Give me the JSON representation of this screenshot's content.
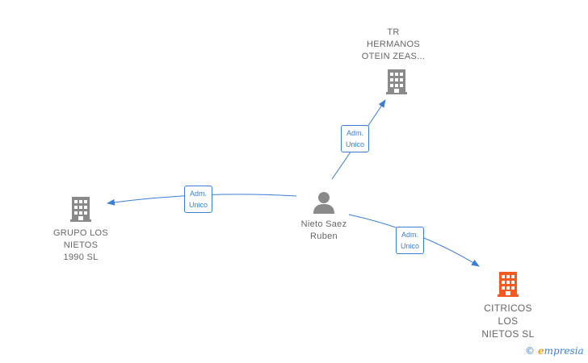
{
  "colors": {
    "edge": "#3a7fd5",
    "building": "#8a8a8a",
    "building_focus": "#f25a22",
    "person": "#8a8a8a",
    "label": "#666666"
  },
  "nodes": {
    "person": {
      "label": "Nieto Saez\nRuben",
      "icon": "person-icon"
    },
    "tr": {
      "label": "TR\nHERMANOS\nOTEIN ZEAS...",
      "icon": "building-icon"
    },
    "grupo": {
      "label": "GRUPO LOS\nNIETOS\n1990  SL",
      "icon": "building-icon"
    },
    "citricos": {
      "label": "CITRICOS\nLOS\nNIETOS  SL",
      "icon": "building-icon"
    }
  },
  "edges": {
    "to_tr": {
      "label": "Adm.\nUnico"
    },
    "to_grupo": {
      "label": "Adm.\nUnico"
    },
    "to_citricos": {
      "label": "Adm.\nUnico"
    }
  },
  "credit": {
    "symbol": "©",
    "brand_initial": "e",
    "brand_rest": "mpresia"
  }
}
